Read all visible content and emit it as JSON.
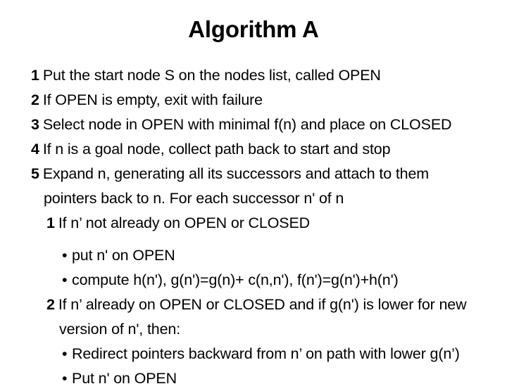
{
  "slide": {
    "title": "Algorithm A",
    "background_color": "#ffffff",
    "text_color": "#000000",
    "steps": [
      {
        "marker": "1",
        "level": 1,
        "text": "Put the start node S on the nodes list, called OPEN"
      },
      {
        "marker": "2",
        "level": 1,
        "text": "If OPEN is empty, exit with failure"
      },
      {
        "marker": "3",
        "level": 1,
        "text": "Select node in OPEN with minimal f(n) and place on CLOSED"
      },
      {
        "marker": "4",
        "level": 1,
        "text": "If n is a goal node, collect path back to start and stop"
      },
      {
        "marker": "5",
        "level": 1,
        "text": "Expand n, generating all its successors and attach to them"
      },
      {
        "marker": "",
        "level": 1,
        "continuation": true,
        "text": "pointers back to n.  For each successor n' of n"
      },
      {
        "marker": "1",
        "level": 2,
        "text": "If n’ not already on OPEN or CLOSED"
      },
      {
        "marker": "•",
        "level": 3,
        "text": "put n' on OPEN"
      },
      {
        "marker": "•",
        "level": 3,
        "text": "compute h(n'),  g(n')=g(n)+ c(n,n'),  f(n')=g(n')+h(n')"
      },
      {
        "marker": "2",
        "level": 2,
        "text": "If n’ already on OPEN or CLOSED and if g(n') is lower for new"
      },
      {
        "marker": "",
        "level": 2,
        "continuation": true,
        "text": "version of n', then:"
      },
      {
        "marker": "•",
        "level": 3,
        "text": "Redirect pointers backward from n’ on path with lower g(n’)"
      },
      {
        "marker": "•",
        "level": 3,
        "text": "Put n' on OPEN"
      }
    ]
  }
}
